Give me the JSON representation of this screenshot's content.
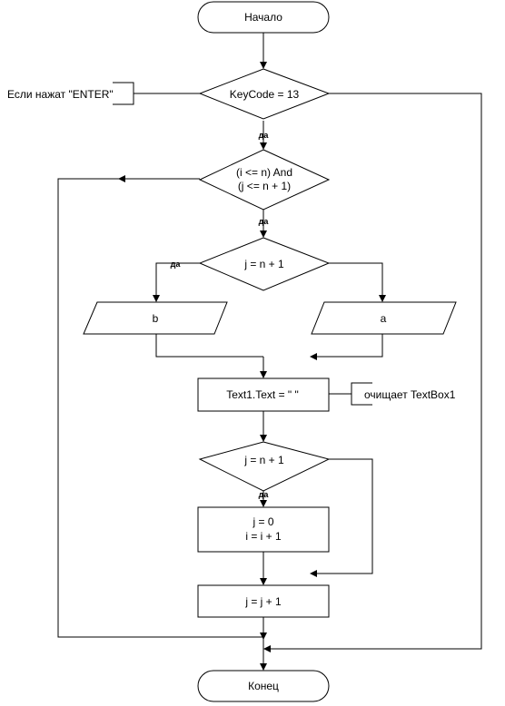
{
  "start": "Начало",
  "end": "Конец",
  "cond_keycode": "KeyCode = 13",
  "comment_enter": "Если нажат \"ENTER\"",
  "yes": "да",
  "cond_loop_line1": "(i <= n) And",
  "cond_loop_line2": "(j <= n + 1)",
  "cond_j1": "j = n + 1",
  "io_b": "b",
  "io_a": "a",
  "process_text": "Text1.Text = \" \"",
  "comment_textbox": "очищает TextBox1",
  "cond_j2": "j = n + 1",
  "process_reset_line1": "j = 0",
  "process_reset_line2": "i = i + 1",
  "process_inc": "j = j + 1"
}
